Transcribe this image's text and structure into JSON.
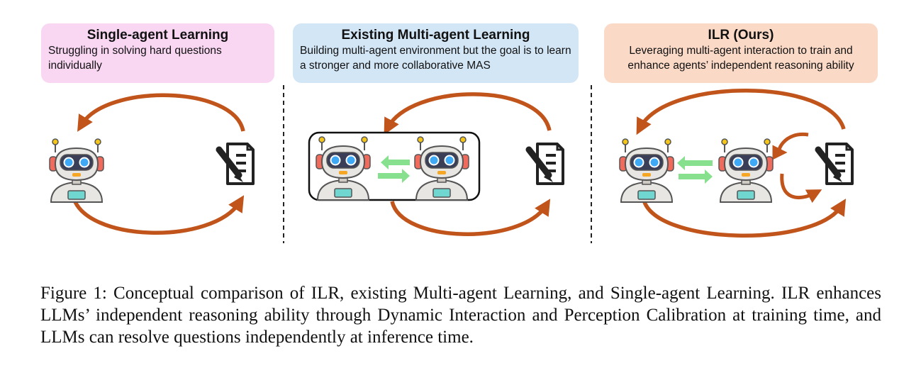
{
  "panels": [
    {
      "title": "Single-agent Learning",
      "description": "Struggling in solving hard questions individually"
    },
    {
      "title": "Existing Multi-agent Learning",
      "description": "Building multi-agent environment but the goal is to learn a stronger and more collaborative MAS"
    },
    {
      "title": "ILR (Ours)",
      "description": "Leveraging multi-agent interaction to train and enhance agents’ independent reasoning ability"
    }
  ],
  "caption": "Figure 1: Conceptual comparison of ILR, existing Multi-agent Learning, and Single-agent Learning. ILR enhances LLMs’ independent reasoning ability through Dynamic Interaction and Perception Calibration at training time, and LLMs can resolve questions independently at inference time.",
  "colors": {
    "arrow": "#c0541b",
    "interaction_arrow": "#86e08e",
    "panel1_bg": "#f9d6f2",
    "panel2_bg": "#d3e6f6",
    "panel3_bg": "#fad9c6",
    "robot_body": "#e8e6e2",
    "robot_visor": "#3a3f57",
    "robot_eye": "#3fa9f5",
    "robot_ear": "#f06b5b",
    "robot_mouth": "#f5a623",
    "robot_chest": "#6fd6d0",
    "document_ink": "#222222"
  },
  "icons": [
    "robot-icon",
    "document-pen-icon",
    "interaction-arrows-icon",
    "cycle-arrow-icon"
  ]
}
